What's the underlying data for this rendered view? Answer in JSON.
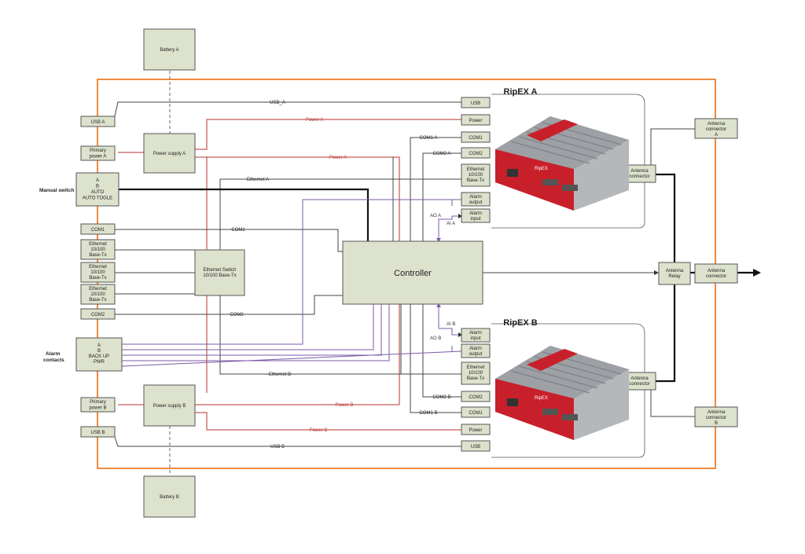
{
  "colors": {
    "frame": "#f08a3c",
    "block_fill": "#dde2cd",
    "power_wire": "#b7332f",
    "alarm_wire": "#7b5aa6",
    "device_red": "#c8202b"
  },
  "blocks": {
    "battery_a": "Battery A",
    "battery_b": "Battery B",
    "usb_a": "USB A",
    "usb_b": "USB B",
    "primary_power_a": [
      "Primary",
      "power A"
    ],
    "primary_power_b": [
      "Primary",
      "power B"
    ],
    "power_supply_a": "Power supply A",
    "power_supply_b": "Power supply B",
    "manual_switch_box": [
      "A",
      "B",
      "AUTO",
      "AUTO TOGLE"
    ],
    "com1": "COM1",
    "com2": "COM2",
    "ethernet_1": [
      "Ethernet",
      "10/100",
      "Base-Tx"
    ],
    "ethernet_2": [
      "Ethernet",
      "10/100",
      "Base-Tx"
    ],
    "ethernet_3": [
      "Ethernet",
      "10/100",
      "Base-Tx"
    ],
    "ethernet_switch": [
      "Ethernet Switch",
      "10/100 Base-Tx"
    ],
    "alarm_box": [
      "A",
      "B",
      "BACK UP",
      "PWR"
    ],
    "controller": "Controller",
    "antenna_relay": [
      "Antenna",
      "Relay"
    ],
    "antenna_connector_main": [
      "Antenna",
      "connector"
    ],
    "antenna_connector_a_ext": [
      "Antenna",
      "connector",
      "A"
    ],
    "antenna_connector_b_ext": [
      "Antenna",
      "connector",
      "B"
    ],
    "ripex_a_antenna": [
      "Antenna",
      "connector"
    ],
    "ripex_b_antenna": [
      "Antenna",
      "connector"
    ]
  },
  "ports_a": {
    "usb": "USB",
    "power": "Power",
    "com1": "COM1",
    "com2": "COM2",
    "ethernet": [
      "Ethernet",
      "10/100",
      "Base-Tx"
    ],
    "alarm_output": [
      "Alarm",
      "output"
    ],
    "alarm_input": [
      "Alarm",
      "input"
    ]
  },
  "ports_b": {
    "alarm_input": [
      "Alarm",
      "input"
    ],
    "alarm_output": [
      "Alarm",
      "output"
    ],
    "ethernet": [
      "Ethernet",
      "10/100",
      "Base-Tx"
    ],
    "com2": "COM2",
    "com1": "COM1",
    "power": "Power",
    "usb": "USB"
  },
  "side_labels": {
    "manual_switch": "Manual switch",
    "alarm_contacts": [
      "Alarm",
      "contacts"
    ]
  },
  "titles": {
    "ripex_a": "RipEX A",
    "ripex_b": "RipEX B"
  },
  "wire_labels": {
    "usb_a": "USB_A",
    "power_a_top": "Power A",
    "power_a_mid": "Power A",
    "ethernet_a": "Ethernet A",
    "com1_main": "COM1",
    "com2_main": "COM2",
    "ethernet_b": "Ethernet B",
    "power_b_mid": "Power B",
    "power_b_low": "Power B",
    "usb_b": "USB B",
    "com1_a": "COM1 A",
    "com2_a": "COM2 A",
    "com2_b": "COM2 B",
    "com1_b": "COM1 B",
    "ao_a": "AO A",
    "ai_a": "AI A",
    "ai_b": "AI B",
    "ao_b": "AO B"
  },
  "device_brand": "RipEX"
}
